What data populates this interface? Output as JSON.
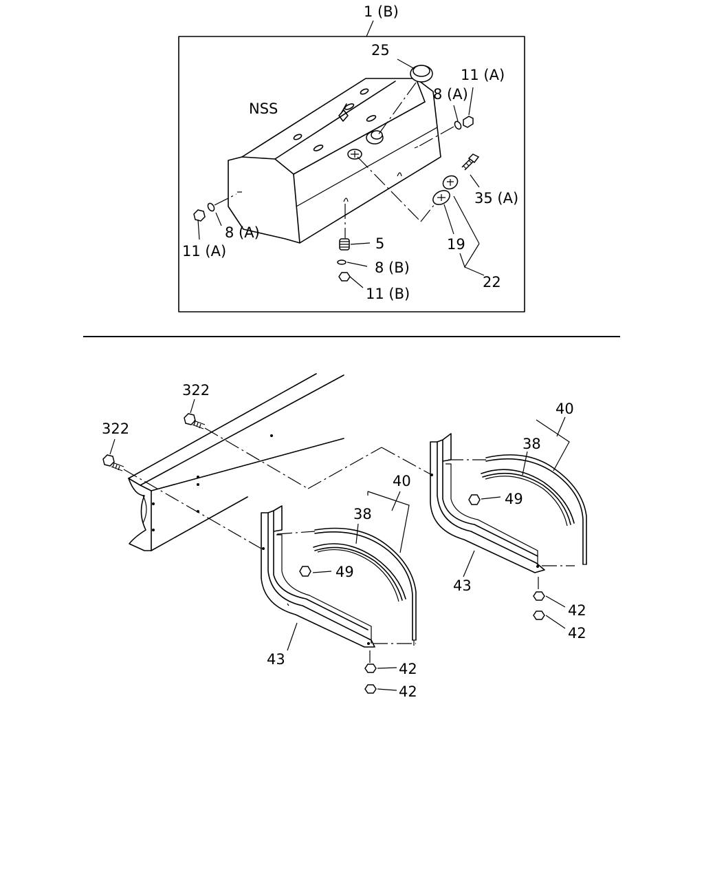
{
  "callouts": {
    "assembly": "1 (B)",
    "cap": "25",
    "tank": "NSS",
    "bolt_a_top": "11 (A)",
    "washer_a_top": "8 (A)",
    "washer_a_left": "8 (A)",
    "bolt_a_left": "11 (A)",
    "drain_plug": "5",
    "washer_b": "8 (B)",
    "bolt_b": "11 (B)",
    "screw": "35 (A)",
    "gauge_unit": "19",
    "gauge_set": "22",
    "bolt_frame_upper": "322",
    "bolt_frame_lower": "322",
    "strap_assy_left": "40",
    "strap_left": "38",
    "nut_left": "49",
    "bracket_left": "43",
    "nut_42_left_a": "42",
    "nut_42_left_b": "42",
    "strap_assy_right": "40",
    "strap_right": "38",
    "nut_right": "49",
    "bracket_right": "43",
    "nut_42_right_a": "42",
    "nut_42_right_b": "42"
  }
}
